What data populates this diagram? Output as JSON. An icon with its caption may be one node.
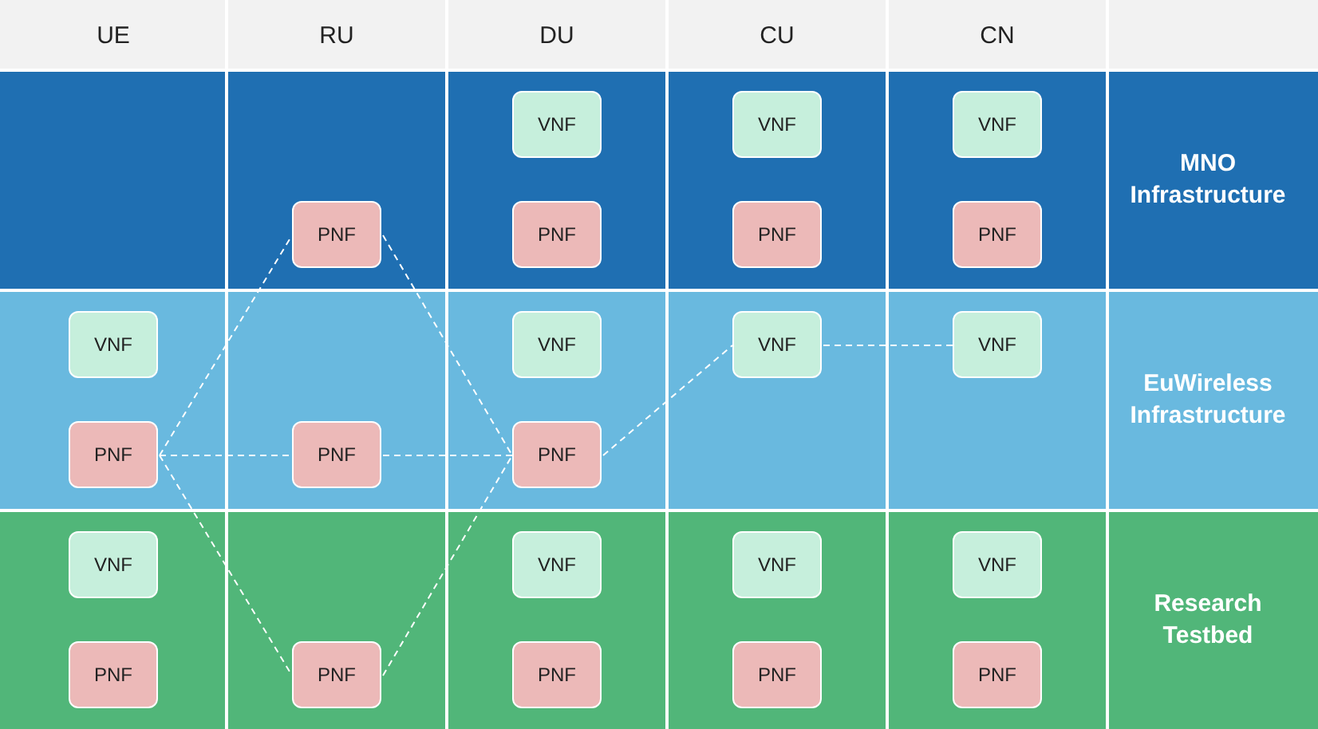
{
  "diagram": {
    "nodes": [
      {
        "text": [
          "MNO Infrastructure"
        ]
      },
      {
        "text": [
          "EuWireless Infrastructure"
        ]
      },
      {
        "text": [
          "Research Testbed"
        ]
      },
      {
        "text": [
          "VNF"
        ],
        "in": 0
      },
      {
        "text": [
          "VNF"
        ],
        "in": 0
      },
      {
        "text": [
          "VNF"
        ],
        "in": 0
      },
      {
        "text": [
          "PNF"
        ],
        "in": 0
      },
      {
        "text": [
          "PNF"
        ],
        "in": 0
      },
      {
        "text": [
          "PNF"
        ],
        "in": 0
      },
      {
        "text": [
          "PNF"
        ],
        "in": 0
      },
      {
        "text": [
          "VNF"
        ],
        "in": 1
      },
      {
        "text": [
          "VNF"
        ],
        "in": 1
      },
      {
        "text": [
          "VNF"
        ],
        "in": 1
      },
      {
        "text": [
          "VNF"
        ],
        "in": 1
      },
      {
        "text": [
          "PNF"
        ],
        "in": 1
      },
      {
        "text": [
          "PNF"
        ],
        "in": 1
      },
      {
        "text": [
          "PNF"
        ],
        "in": 1
      },
      {
        "text": [
          "VNF"
        ],
        "in": 2
      },
      {
        "text": [
          "VNF"
        ],
        "in": 2
      },
      {
        "text": [
          "VNF"
        ],
        "in": 2
      },
      {
        "text": [
          "VNF"
        ],
        "in": 2
      },
      {
        "text": [
          "PNF"
        ],
        "in": 2
      },
      {
        "text": [
          "PNF"
        ],
        "in": 2
      },
      {
        "text": [
          "PNF"
        ],
        "in": 2
      },
      {
        "text": [
          "PNF"
        ],
        "in": 2
      },
      {
        "text": [
          "PNF"
        ],
        "in": 2
      }
    ],
    "edges": [
      {
        "from": 14,
        "to": 6,
        "arrow": "none",
        "style": "dashed"
      },
      {
        "from": 6,
        "to": 16,
        "arrow": "none",
        "style": "dashed"
      },
      {
        "from": 14,
        "to": 15,
        "arrow": "none",
        "style": "dashed"
      },
      {
        "from": 15,
        "to": 16,
        "arrow": "none",
        "style": "dashed"
      },
      {
        "from": 14,
        "to": 22,
        "arrow": "none",
        "style": "dashed"
      },
      {
        "from": 22,
        "to": 16,
        "arrow": "none",
        "style": "dashed"
      },
      {
        "from": 16,
        "to": 12,
        "arrow": "none",
        "style": "dashed"
      },
      {
        "from": 12,
        "to": 13,
        "arrow": "none",
        "style": "dashed"
      }
    ],
    "labels": [
      "UE",
      "RU",
      "DU",
      "CU",
      "CN"
    ]
  }
}
